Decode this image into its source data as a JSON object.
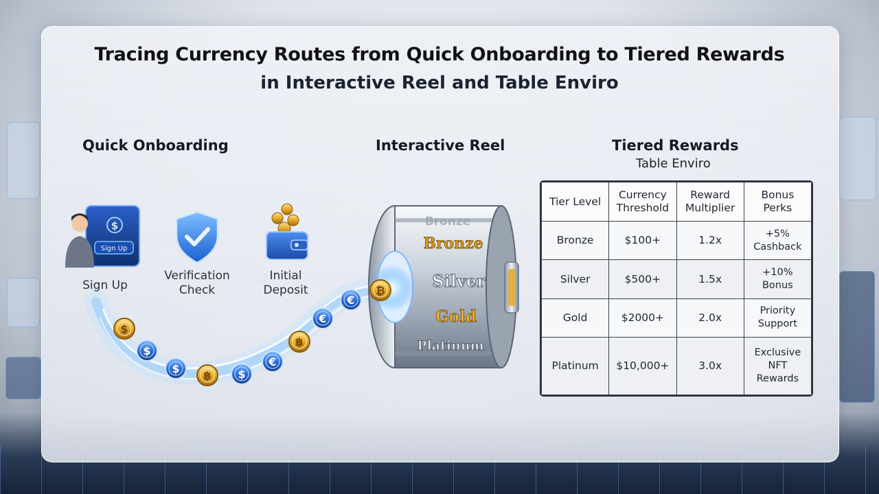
{
  "title": "Tracing Currency Routes from Quick Onboarding to Tiered Rewards",
  "subtitle": "in Interactive Reel and Table Enviro",
  "sections": {
    "onboarding": {
      "heading": "Quick Onboarding",
      "steps": [
        {
          "label": "Sign Up",
          "icon": "user-signup-icon",
          "button_text": "Sign Up"
        },
        {
          "label": "Verification Check",
          "icon": "shield-check-icon"
        },
        {
          "label": "Initial Deposit",
          "icon": "wallet-coins-icon"
        }
      ]
    },
    "reel": {
      "heading": "Interactive Reel",
      "tiers": [
        "Bronze",
        "Silver",
        "Gold",
        "Platinum"
      ],
      "top_ghost": "Bronze"
    },
    "rewards": {
      "heading": "Tiered Rewards",
      "subheading": "Table Enviro"
    }
  },
  "coins": {
    "symbols": [
      "$",
      "$",
      "$",
      "$",
      "$",
      "€",
      "€",
      "€",
      "฿",
      "฿",
      "₿"
    ]
  },
  "table": {
    "headers": [
      [
        "Tier Level"
      ],
      [
        "Currency",
        "Threshold"
      ],
      [
        "Reward",
        "Multiplier"
      ],
      [
        "Bonus",
        "Perks"
      ]
    ],
    "rows": [
      {
        "tier": "Bronze",
        "threshold": "$100+",
        "multiplier": "1.2x",
        "perks": "+5% Cashback"
      },
      {
        "tier": "Silver",
        "threshold": "$500+",
        "multiplier": "1.5x",
        "perks": "+10% Bonus"
      },
      {
        "tier": "Gold",
        "threshold": "$2000+",
        "multiplier": "2.0x",
        "perks": "Priority Support"
      },
      {
        "tier": "Platinum",
        "threshold": "$10,000+",
        "multiplier": "3.0x",
        "perks": "Exclusive NFT Rewards"
      }
    ]
  },
  "colors": {
    "gold": "#e3a92a",
    "blue_coin": "#2f6fd8",
    "stream": "#7fc4ff",
    "text_dark": "#141a24"
  }
}
